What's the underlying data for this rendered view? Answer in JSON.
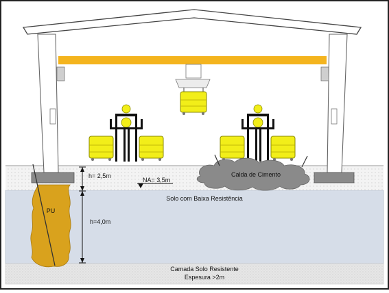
{
  "labels": {
    "h_upper": "h= 2,5m",
    "water_level": "NA= 3,5m",
    "weak_soil": "Solo com Baixa Resistência",
    "grout": "Calda de Cimento",
    "pu": "PU",
    "h_lower": "h=4,0m",
    "strong_layer_line1": "Camada Solo Resistente",
    "strong_layer_line2": "Espesura >2m"
  },
  "colors": {
    "crane_beam": "#f4b41e",
    "container": "#f2ee19",
    "pu_column": "#d9a21d",
    "weak_soil": "#d6dde8",
    "grout": "#8a8a8a",
    "floor_slab": "#eef0f4",
    "strong_layer": "#e7e7e7"
  }
}
